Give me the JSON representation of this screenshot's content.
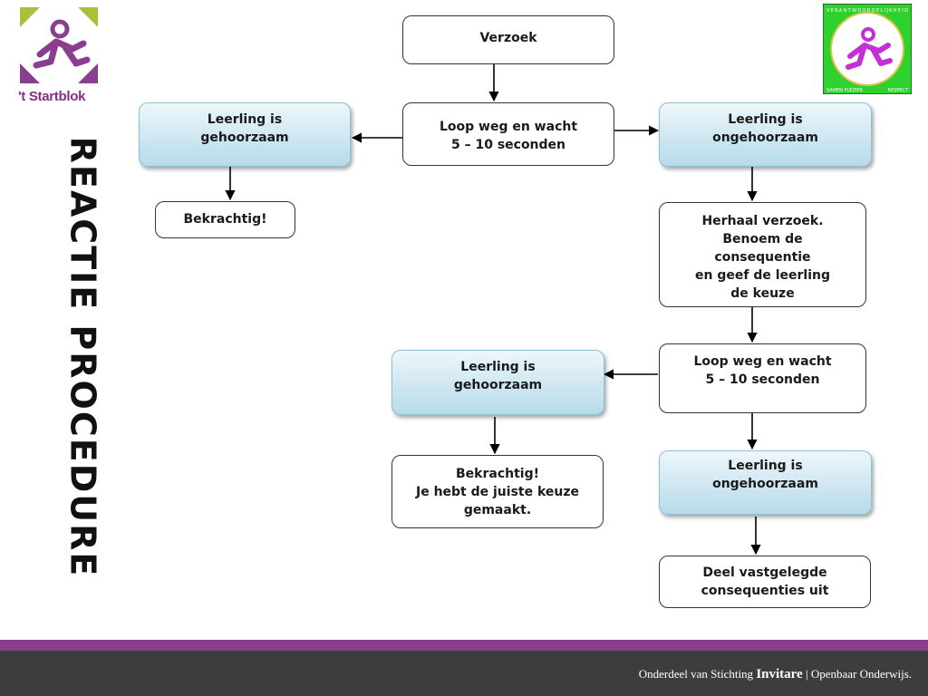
{
  "branding": {
    "school_name": "'t Startblok",
    "badge_top_text": "VERANTWOORDELIJKHEID",
    "badge_bottom_left": "SAMEN PLEZIER",
    "badge_bottom_right": "RESPECT",
    "accent_purple": "#8b3d8f",
    "accent_green": "#a6c23a"
  },
  "slide": {
    "title": "REACTIE PROCEDURE"
  },
  "diagram": {
    "nodes": [
      {
        "id": "verzoek",
        "label": "Verzoek"
      },
      {
        "id": "wacht1",
        "label": "Loop weg en wacht\n5 – 10 seconden"
      },
      {
        "id": "gehoorzaam1",
        "label": "Leerling is\ngehoorzaam"
      },
      {
        "id": "ongehoorzaam1",
        "label": "Leerling is\nongehoorzaam"
      },
      {
        "id": "bekrachtig1",
        "label": "Bekrachtig!"
      },
      {
        "id": "herhaal",
        "label": "Herhaal verzoek.\nBenoem de\nconsequentie\nen geef de leerling\nde keuze"
      },
      {
        "id": "wacht2",
        "label": "Loop weg en wacht\n5 – 10 seconden"
      },
      {
        "id": "gehoorzaam2",
        "label": "Leerling is\ngehoorzaam"
      },
      {
        "id": "bekrachtig2",
        "label": "Bekrachtig!\nJe hebt de juiste keuze\ngemaakt."
      },
      {
        "id": "ongehoorzaam2",
        "label": "Leerling is\nongehoorzaam"
      },
      {
        "id": "consequenties",
        "label": "Deel vastgelegde\nconsequenties uit"
      }
    ],
    "edges": [
      [
        "verzoek",
        "wacht1"
      ],
      [
        "wacht1",
        "gehoorzaam1"
      ],
      [
        "wacht1",
        "ongehoorzaam1"
      ],
      [
        "gehoorzaam1",
        "bekrachtig1"
      ],
      [
        "ongehoorzaam1",
        "herhaal"
      ],
      [
        "herhaal",
        "wacht2"
      ],
      [
        "wacht2",
        "gehoorzaam2"
      ],
      [
        "gehoorzaam2",
        "bekrachtig2"
      ],
      [
        "wacht2",
        "ongehoorzaam2"
      ],
      [
        "ongehoorzaam2",
        "consequenties"
      ]
    ]
  },
  "footer": {
    "prefix": "Onderdeel van Stichting",
    "brand": "Invitare",
    "separator": "|",
    "suffix": "Openbaar Onderwijs."
  }
}
